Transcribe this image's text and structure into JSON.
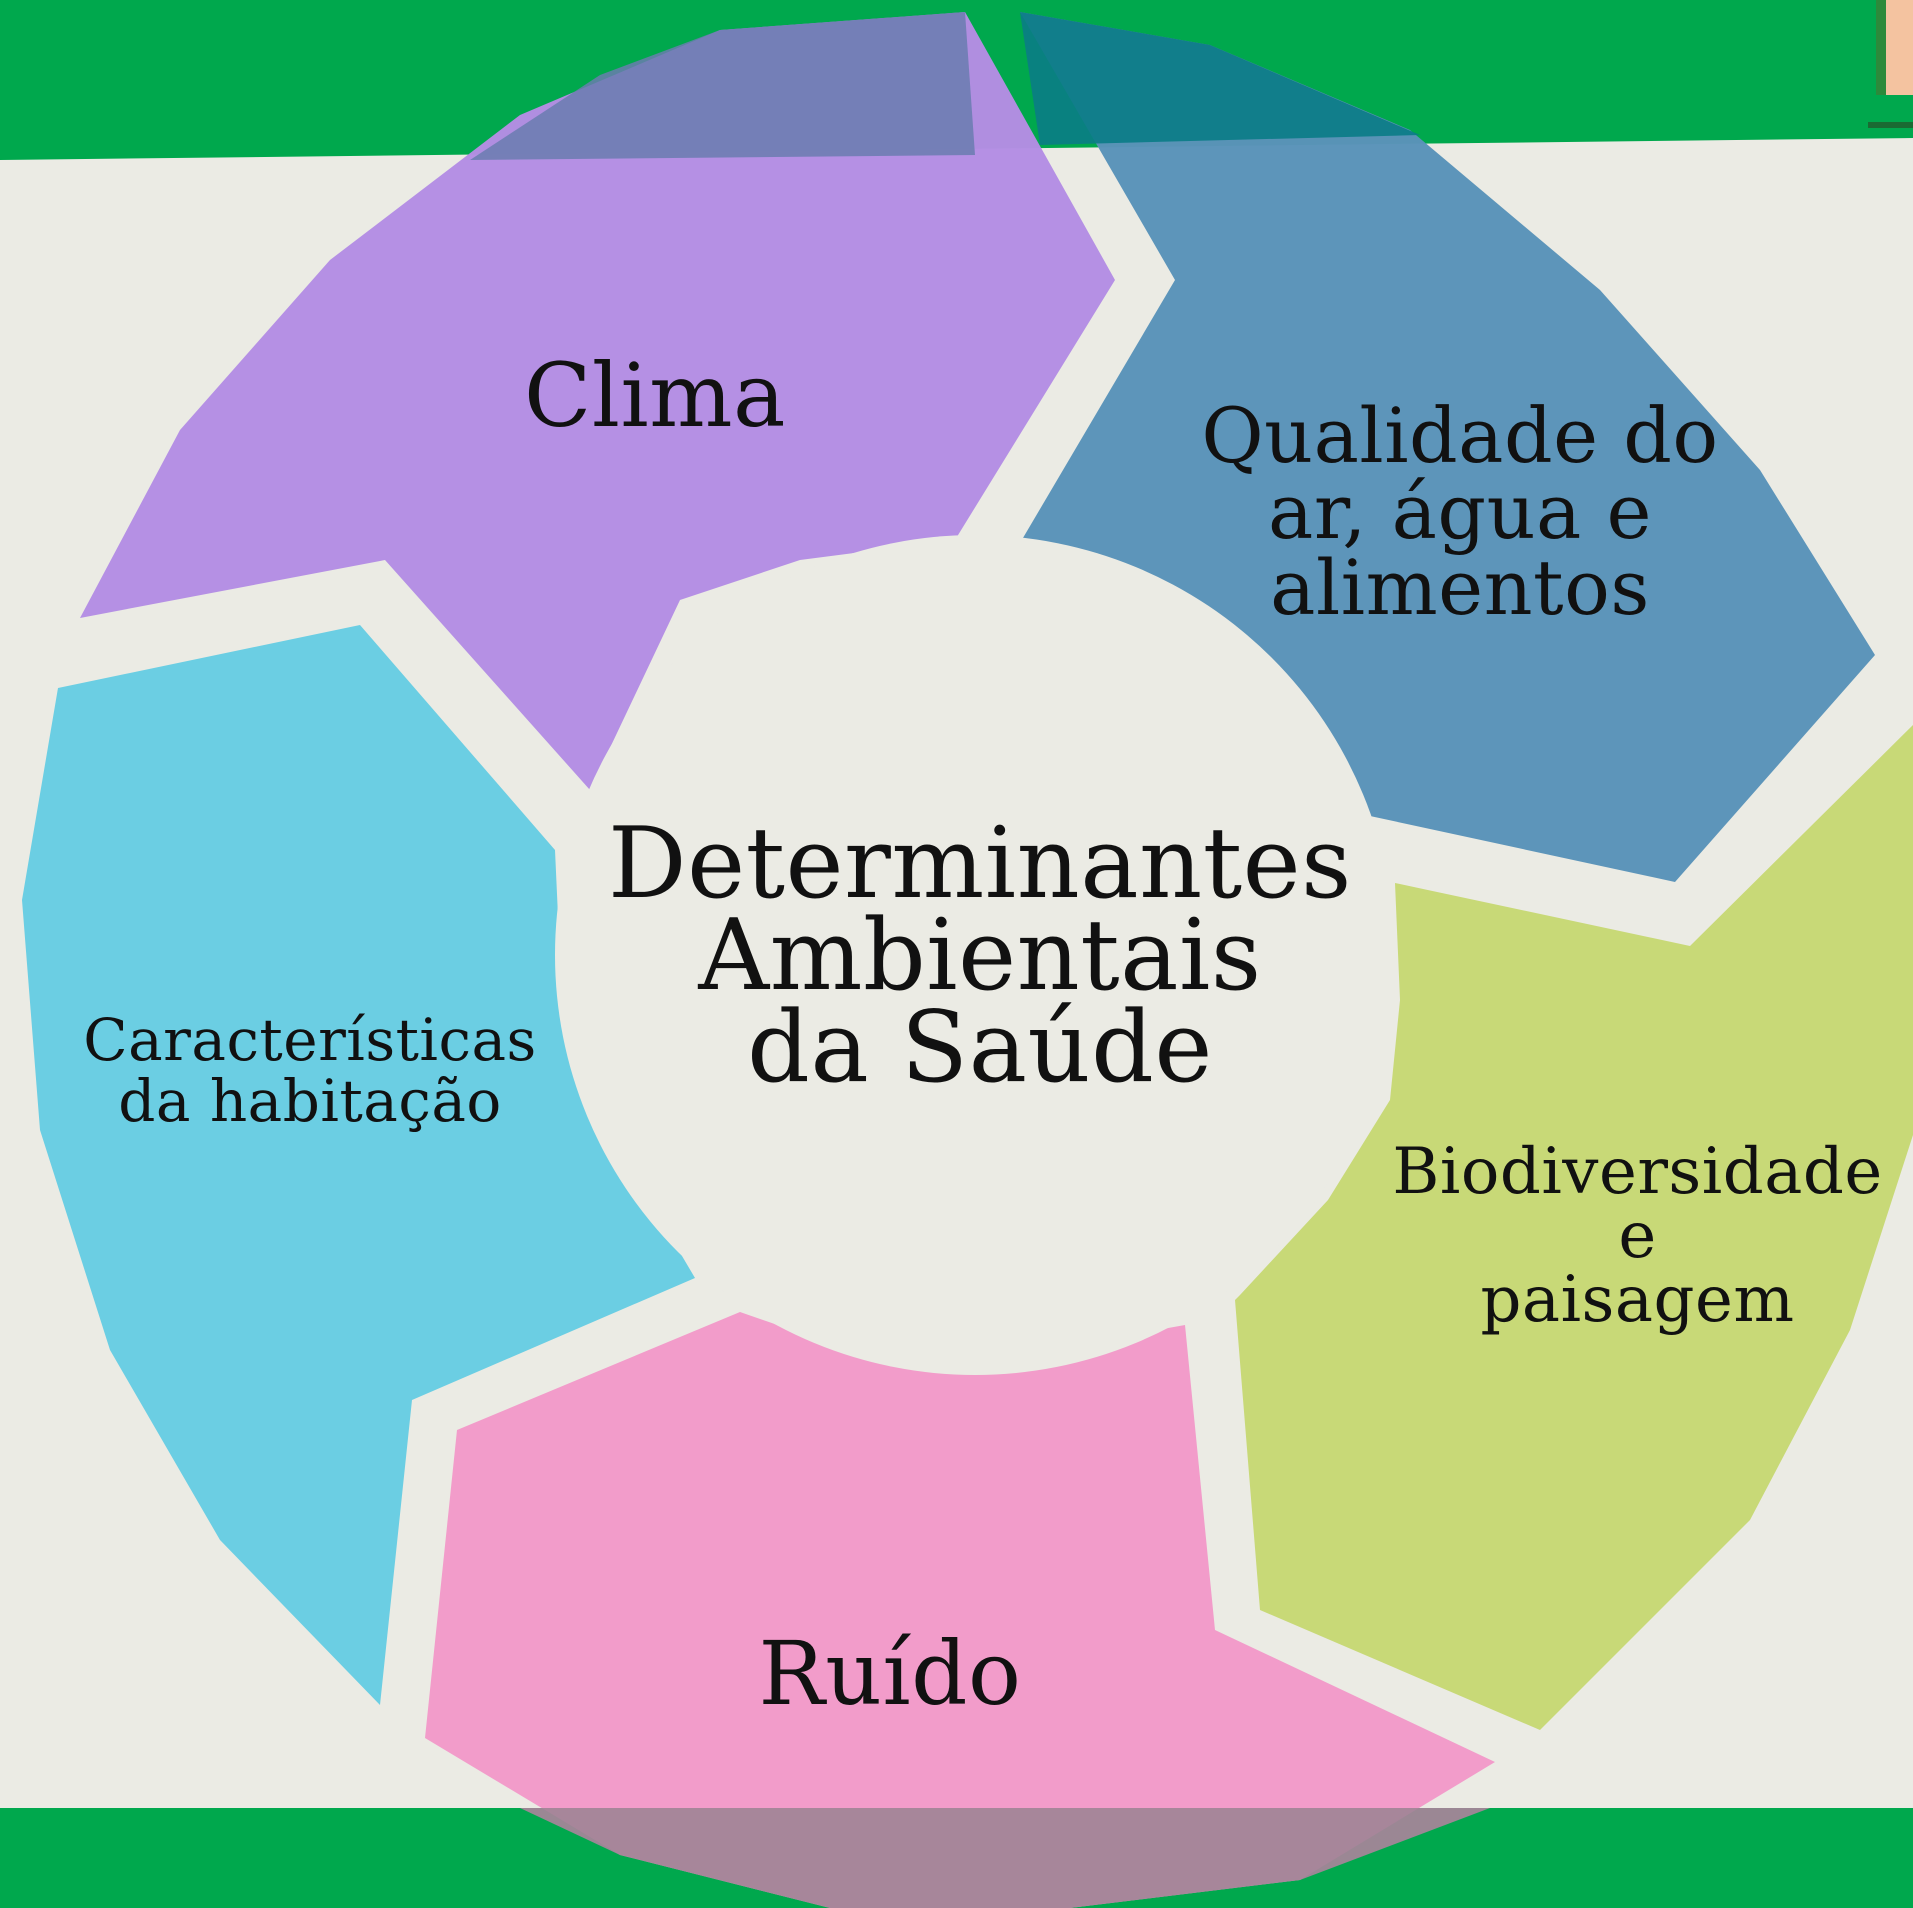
{
  "colors": {
    "background_band": "#00a84d",
    "paper": "#ebebe4",
    "clima": "#b48ee3",
    "qualidade": "#5a93b9",
    "biodiversidade": "#c7d874",
    "ruido": "#f29ac9",
    "caracteristicas": "#68cde2",
    "text": "#111111"
  },
  "diagram": {
    "center": "Determinantes\nAmbientais\nda Saúde",
    "segments": [
      {
        "id": "clima",
        "label": "Clima"
      },
      {
        "id": "qualidade",
        "label": "Qualidade do\nar, água e\nalimentos"
      },
      {
        "id": "biodiversidade",
        "label": "Biodiversidade\ne\npaisagem"
      },
      {
        "id": "ruido",
        "label": "Ruído"
      },
      {
        "id": "caracteristicas",
        "label": "Características\nda habitação"
      }
    ]
  }
}
